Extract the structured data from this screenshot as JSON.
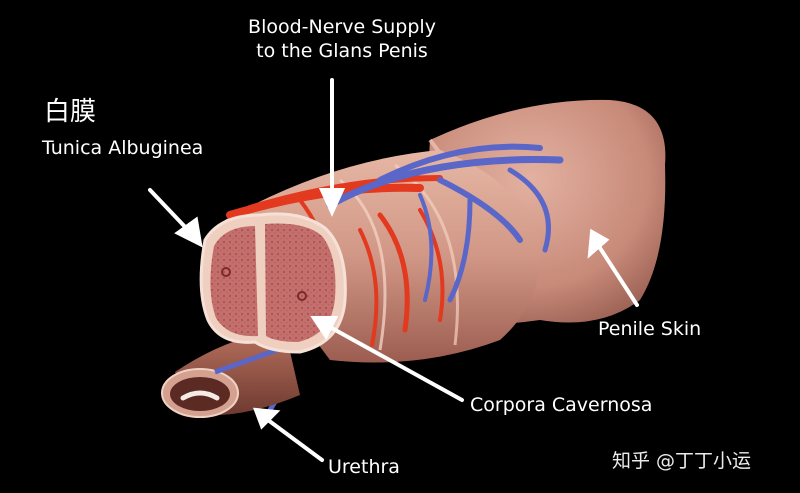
{
  "labels": {
    "blood_nerve_line1": "Blood-Nerve Supply",
    "blood_nerve_line2": "to the Glans Penis",
    "tunica_zh": "白膜",
    "tunica_en": "Tunica Albuginea",
    "penile_skin": "Penile Skin",
    "corpora": "Corpora Cavernosa",
    "urethra": "Urethra"
  },
  "watermark": "知乎 @丁丁小运",
  "colors": {
    "background": "#000000",
    "skin": "#d49a8a",
    "tissue": "#c66f6a",
    "artery": "#e2391f",
    "vein": "#5a66c8",
    "label": "#ffffff"
  }
}
